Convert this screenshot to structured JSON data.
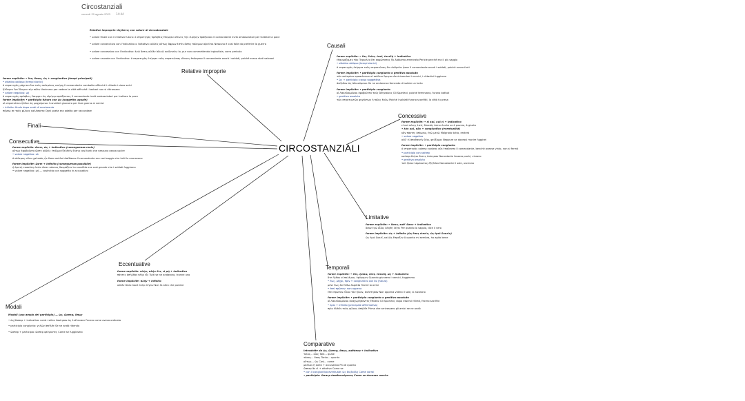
{
  "header": {
    "title": "Circostanziali",
    "date": "venerdì 29 agosto 2023",
    "time": "14:44"
  },
  "center": {
    "label": "CIRCOSTANZIALI"
  },
  "branches": {
    "relative_improprie": "Relative improprie",
    "causali": "Causali",
    "finali": "Finali",
    "consecutive": "Consecutive",
    "concessive": "Concessive",
    "limitative": "Limitative",
    "eccentuative": "Eccentuative",
    "temporali": "Temporali",
    "modali": "Modali",
    "comparative": "Comparative"
  },
  "notes": {
    "relative_improprie": [
      "Relative improprie: ὅς/ὅστις con valore di circostanziale",
      "• valore finale con il relativo futuro: ὁ στρατηγὸς πρέσβεις ἔπεμψεν οἵτινες τὴν εἰρήνην πράξουσιν  Il comandante inviò ambasciatori per trattare la pace",
      "• valore consecutivo con l'indicativo o l'ottativo: οὐδεὶς οὕτως ἄφρων ἐστὶν ὅστις πόλεμον αἱρεῖται  Nessuno è così folle da preferire la guerra",
      "• valore concessivo con l'indicativo: ἐγὼ ὅστις οὐδὲν ἀδικῶ κινδυνεύω  Io, pur non commettendo ingiustizia, corro pericolo",
      "• valore causale con l'indicativo: ὁ στρατηγὸς ἐτίμησε τοὺς στρατιώτας οἵτινες ἐπόνησαν  Il comandante onorò i soldati, poiché erano stati valorosi"
    ],
    "finali": [
      "forme esplicite: • ἵνα, ὅπως, ὡς + congiuntivo (tempi principali)",
      "• ottativo obliquo (tempi storici)",
      "ὁ στρατηγὸς μάχεται ἵνα τοὺς πολεμίους νικήσῃ  Il comandante combatte affinché i cittadini siano salvi",
      "ἤλθομεν ἵνα ἴδοιμεν τὴν πόλιν  Venimmo per vedere la città affinché i barbari non si ritirassero",
      "• valore negativo: μή",
      "ὁ στρατηγὸς πρέσβεις ἔπεμψεν ὡς εἰρήνην πράξοντας  Il comandante inviò ambasciatori per trattare la pace",
      "forme implicite: • participio futuro con ὡς (soggetto uguale)",
      "οἱ στρατιῶται ἦλθον ὡς μαχούμενοι  I cavalieri giunsero per fare guerra ai nemici",
      "• infinito: finale dopo verbi di movimento",
      "πέμπω σε τοὺς φίλους καλέσοντα  Ogni poeta era adatto per raccontare"
    ],
    "consecutive": [
      "forme esplicite: ὥστε, ὡς + indicativo (conseguenza reale)",
      "οὕτως ἐφοβοῦντο ὥστε οὐδεὶς ἐτόλμα ἐξελθεῖν  Erano così tanti che nessuno osava uscire",
      "• valore negativo: οὐ",
      "ὁ πόλεμος οὕτω χαλεπὸς ἦν ὥστε πολλοὶ ἀπέθανον  Il comandante era così saggio che tutti lo onoravano",
      "forme implicite: ὥστε + infinito (conseguenza possibile)",
      "ἡ ἀρετὴ τοσαύτη ἐστὶν ὥστε πάντας θαυμάζειν  La sconfitta era così grande che i soldati fuggirono",
      "• valore negativo: μή — costrutto con soggetto in accusativo"
    ],
    "causali": [
      "forme esplicite: • ὅτι, διότι, ἐπεί, ἐπειδή + indicativo",
      "ἐθαυμάζομεν τὸν Περικλέα ὅτι σοφώτατος ἦν  Abbiamo ammirato Pericle perché era il più saggio",
      "• ottativo obliquo (tempi storici)",
      "ὁ στρατηγὸς ἐτίμησε τοὺς στρατιώτας ὅτι ἀνδρεῖοι ἦσαν  Il comandante onorò i soldati, poiché erano forti",
      "forme implicite: • participio congiunto o genitivo assoluto",
      "τῶν πολεμίων προσιόντων οἱ πολῖται ἔφυγον  Avvicinandosi i nemici, i cittadini fuggirono",
      "• ὡς + participio: causa soggettiva",
      "ἀπῆλθον ὡς ἀδικούμενοι  Se ne andarono ritenendo di subire un torto",
      "forme implicite: • participio congiunto",
      "οἱ Λακεδαιμόνιοι ἐφοβοῦντο τοὺς Ἀθηναίους  Gli Spartani, poiché temevano, furono battuti",
      "• genitivo assoluto",
      "τῶν στρατιωτῶν φυγόντων ἡ πόλις ἑάλω  Poiché i soldati furono sconfitti, la città fu presa"
    ],
    "concessive": [
      "forme esplicite: • εἰ καί, καὶ εἰ + indicativo",
      "εἰ καὶ πένης ἐστί, δίκαιός ἐστιν  Anche se è povero, è giusto",
      "• ἐάν καί, κἄν + congiuntivo (eventualità)",
      "κἂν πάντες ἀπίωσιν, ἐγὼ μενῶ  Malgrado tutto, resterò",
      "• valore negativo",
      "οὐδ' εἰ ἀποθανεῖν δέοι, φεύξομαι  Neppure se dovessi morire fuggirei",
      "forme implicite: • participio congiunto",
      "ὁ στρατηγὸς καίπερ νικήσας οὐκ ἐπαύσατο  Il comandante, benché avesse vinto, non si fermò",
      "• participio con καίπερ",
      "καίπερ ὀλίγοι ὄντες ἐνίκησαν  Nonostante fossero pochi, vinsero",
      "• genitivo assoluto",
      "τοῦ ἡλίου λάμποντος ἐξῆλθον  Nonostante il sole, uscirono"
    ],
    "limitative": [
      "forme esplicite: • ὅσον, καθ' ὅσον + indicativo",
      "ὅσον ἐγὼ οἶδα, ἀληθῆ λέγει  Per quanto io sappia, dice il vero",
      "forme implicite: ὡς + infinito (ὡς ἔπος εἰπεῖν, ὡς ἐμοὶ δοκεῖν)",
      "ὡς ἐμοὶ δοκεῖ, καλῶς ἔπραξεν  A quanto mi sembra, ha agito bene"
    ],
    "eccentuative": [
      "forme esplicite: πλήν, πλὴν ὅτι, εἰ μή + indicativo",
      "πάντες ἀπῆλθον πλὴν εἷς  Tutti se ne andarono, tranne uno",
      "forme implicite: πλήν + infinito",
      "οὐδὲν ἄλλο ποιεῖ πλὴν λέγειν  Non fa altro che parlare"
    ],
    "temporali": [
      "forme esplicite: • ὅτε, ἡνίκα, ἐπεί, ἐπειδή, ὡς + indicativo",
      "ὅτε ἦλθον οἱ πολέμιοι, ἐφύγομεν  Quando giunsero i nemici, fuggimmo",
      "• ἕως, μέχρι, πρίν + congiuntivo con ἄν (futuro)",
      "μένε ἕως ἂν ἔλθω  Aspetta finché io arrivi",
      "• ἐπεὶ πρῶτον: non appena",
      "ἐπεὶ πρῶτον εἶδον τὸν ἥλιον, ἀνέστησαν  Non appena videro il sole, si alzarono",
      "forme implicite: • participio congiunto o genitivo assoluto",
      "οἱ Λακεδαιμόνιοι ἀναχωρήσαντες ἔθυσαν  Gli Spartani, dopo essersi ritirati, fecero sacrifici",
      "• πρίν + infinito (principale affermativa)",
      "πρὶν ἐλθεῖν τοὺς φίλους ἀπῆλθε  Prima che arrivassero gli amici se ne andò"
    ],
    "modali": [
      "Modali (uso ampio del participio) — ὡς, ὥσπερ, ὅπως",
      "• ὡς/ὥσπερ + indicativo: κατὰ ταῦτα ἐποίησαν ὡς ἐκέλευσεν  Fecero come aveva ordinato",
      "• participio congiunto: γελῶν ἀπῆλθε  Se ne andò ridendo",
      "• ὥσπερ + participio: ὥσπερ φεύγοντες  Come se fuggissero"
    ],
    "comparative": [
      "Introdotte da ὡς, ὥσπερ, ὅπως, καθάπερ + indicativo",
      "τοῖος... οἷος    Tale... quale",
      "τόσος... ὅσος    Tanto... quanto",
      "οὕτως... ὡς      Così... come",
      "μᾶλλον ἢ κατά + accusativo  Più di quanto",
      "ὥσπερ ἂν εἰ + ottativo  Come se",
      "• con il congiuntivo eventuale: ὡς ἂν βούλῃ  Come vorrai",
      "• participio: ὥσπερ ἀποθανούμενος  Come se dovesse morire"
    ]
  }
}
